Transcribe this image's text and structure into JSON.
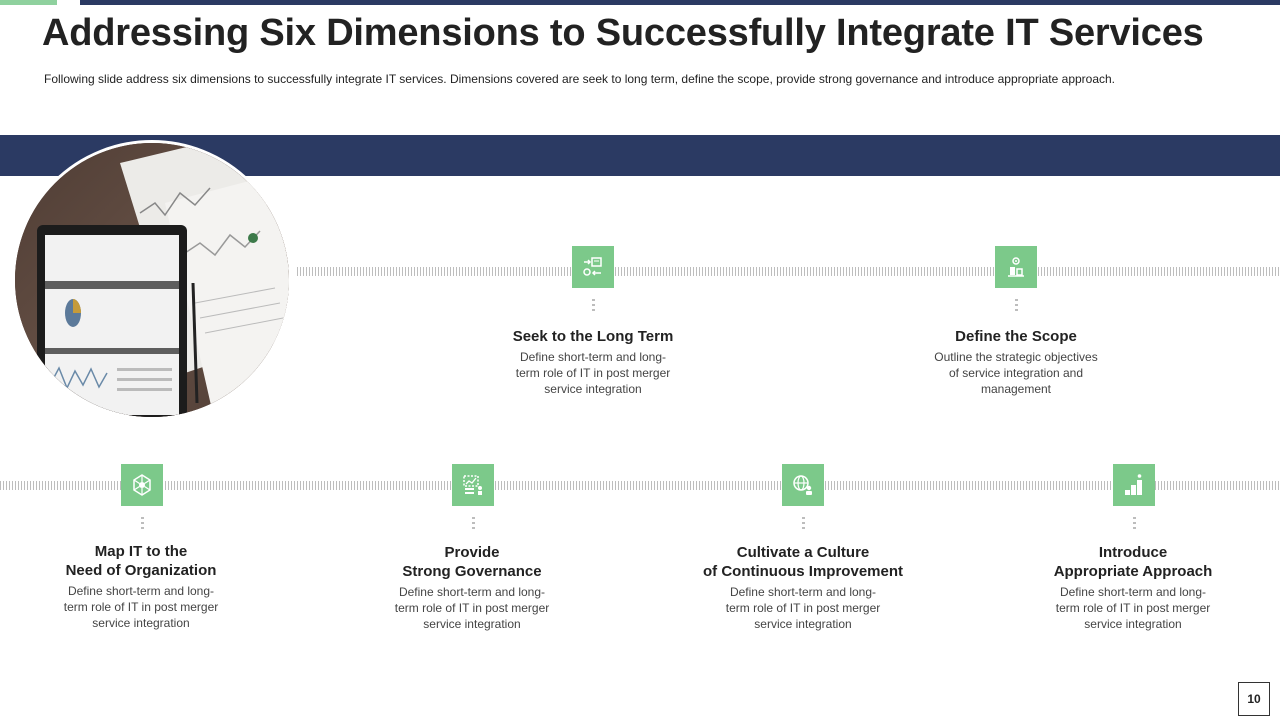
{
  "header": {
    "title": "Addressing Six Dimensions to Successfully Integrate IT Services",
    "subtitle": "Following slide address six dimensions to successfully integrate  IT services. Dimensions covered  are seek to long term, define the scope, provide  strong governance  and introduce appropriate  approach."
  },
  "colors": {
    "navy": "#2b3a63",
    "icon_green": "#7cc98a",
    "accent_green": "#8fd19e"
  },
  "photo": {
    "description_icon": "tablet-dashboard-photo"
  },
  "top_row": [
    {
      "icon": "calendar-arrows-icon",
      "title": "Seek to the Long Term",
      "desc_lines": [
        "Define  short-term and long-",
        "term role of IT in post merger",
        "service  integration"
      ]
    },
    {
      "icon": "scope-target-icon",
      "title": "Define the Scope",
      "desc_lines": [
        "Outline the strategic objectives",
        "of service integration and",
        "management"
      ]
    }
  ],
  "bottom_row": [
    {
      "icon": "network-hub-icon",
      "title_lines": [
        "Map IT to the",
        "Need of Organization"
      ],
      "desc_lines": [
        "Define  short-term and long-",
        "term role of IT in post merger",
        "service  integration"
      ]
    },
    {
      "icon": "governance-chart-icon",
      "title_lines": [
        "Provide",
        "Strong Governance"
      ],
      "desc_lines": [
        "Define  short-term and long-",
        "term role of IT in post merger",
        "service  integration"
      ]
    },
    {
      "icon": "globe-people-icon",
      "title_lines": [
        "Cultivate a Culture",
        "of Continuous Improvement"
      ],
      "desc_lines": [
        "Define  short-term and long-",
        "term role of IT in post merger",
        "service  integration"
      ]
    },
    {
      "icon": "growth-steps-icon",
      "title_lines": [
        "Introduce",
        "Appropriate Approach"
      ],
      "desc_lines": [
        "Define  short-term and long-",
        "term role of IT in post merger",
        "service  integration"
      ]
    }
  ],
  "page_number": "10"
}
